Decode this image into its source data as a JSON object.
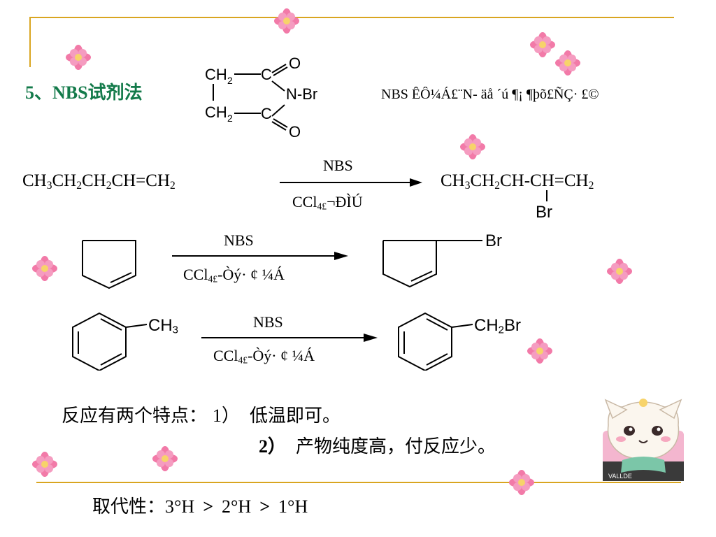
{
  "slide": {
    "title": "5、NBS试剂法",
    "nbs_description": "NBS ÊÔ¼Á£¨N- äå ´ú ¶¡ ¶þõ£ÑÇ· £©",
    "nbs_structure": {
      "ch2_top": "CH",
      "ch2_bottom": "CH",
      "sub2": "2",
      "c_top": "C",
      "c_bottom": "C",
      "o_top": "O",
      "o_bottom": "O",
      "n_br": "N-Br"
    },
    "reaction1": {
      "reactant": [
        "CH",
        "3",
        "CH",
        "2",
        "CH",
        "2",
        "CH=CH",
        "2"
      ],
      "reagent": "NBS",
      "solvent": "CCl",
      "solvent_sub": "4£",
      "condition": "¬ÐÌÚ",
      "product": [
        "CH",
        "3",
        "CH",
        "2",
        "CH-CH=CH",
        "2"
      ],
      "product_br": "Br"
    },
    "reaction2": {
      "reagent": "NBS",
      "solvent": "CCl",
      "solvent_sub": "4£",
      "condition": "-Òý· ¢ ¼Á",
      "product_br": "Br"
    },
    "reaction3": {
      "reactant_group": "CH",
      "reactant_sub": "3",
      "reagent": "NBS",
      "solvent": "CCl",
      "solvent_sub": "4£",
      "condition": "-Òý· ¢ ¼Á",
      "product_group": "CH",
      "product_sub": "2",
      "product_br": "Br"
    },
    "features": {
      "label": "反应有两个特点：",
      "item1_num": "1）",
      "item1_text": "低温即可。",
      "item2_num": "2）",
      "item2_text": "产物纯度高，付反应少。"
    },
    "selectivity": {
      "label": "取代性：",
      "t1": "3°H",
      "gt1": ">",
      "t2": "2°H",
      "gt2": ">",
      "t3": "1°H"
    },
    "mascot_caption": "VALLDE",
    "colors": {
      "title": "#137a4a",
      "rule": "#d9a520",
      "flower": "#f27aa8",
      "flower_center": "#f7d36a"
    }
  }
}
